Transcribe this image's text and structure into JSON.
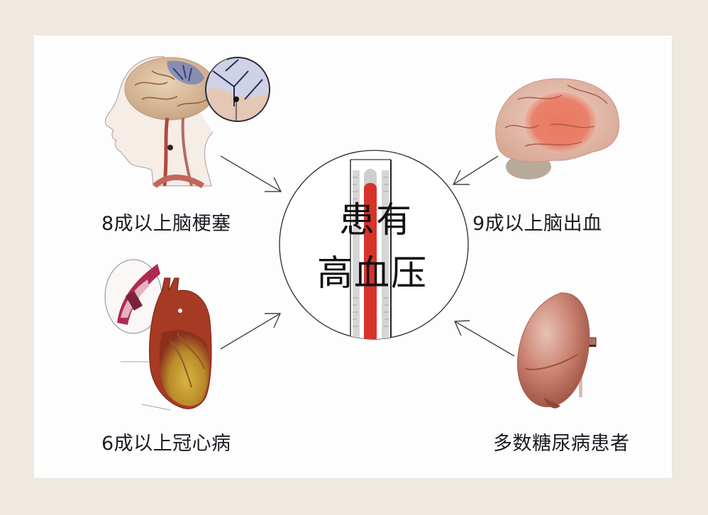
{
  "center": {
    "line1": "患有",
    "line2": "高血压",
    "icon": "thermometer-icon"
  },
  "conditions": [
    {
      "label": "8成以上脑梗塞",
      "icon": "brain-vessels-icon",
      "position": "top-left"
    },
    {
      "label": "9成以上脑出血",
      "icon": "brain-hemorrhage-icon",
      "position": "top-right"
    },
    {
      "label": "6成以上冠心病",
      "icon": "heart-icon",
      "position": "bottom-left"
    },
    {
      "label": "多数糖尿病患者",
      "icon": "kidney-icon",
      "position": "bottom-right"
    }
  ],
  "colors": {
    "frame": "#efe9e2",
    "panel": "#fdfdfe",
    "mercury": "#d8332a",
    "arrow": "#444444",
    "text": "#1c1a22"
  }
}
